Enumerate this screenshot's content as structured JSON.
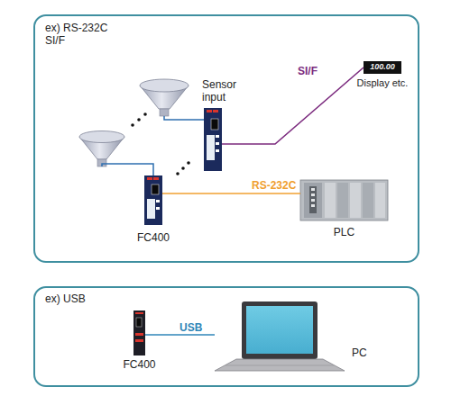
{
  "diagram": {
    "nodes": [
      {
        "text": [
          "ex) RS-232C SI/F"
        ]
      },
      {
        "text": [
          "Sensor input"
        ],
        "in": 0
      },
      {
        "text": [
          "100.00",
          "Display etc."
        ],
        "in": 0
      },
      {
        "text": [
          "FC400"
        ],
        "in": 0
      },
      {
        "text": [
          "PLC"
        ],
        "in": 0
      },
      {
        "text": [
          "ex) USB"
        ]
      },
      {
        "text": [
          "FC400"
        ],
        "in": 5
      },
      {
        "text": [
          "PC"
        ],
        "in": 5
      }
    ],
    "edges": [
      {
        "from": 1,
        "to": 2,
        "label": "SI/F",
        "arrow": "none"
      },
      {
        "from": 3,
        "to": 4,
        "label": "RS-232C",
        "arrow": "none"
      },
      {
        "from": 6,
        "to": 7,
        "label": "USB",
        "arrow": "none"
      }
    ]
  }
}
